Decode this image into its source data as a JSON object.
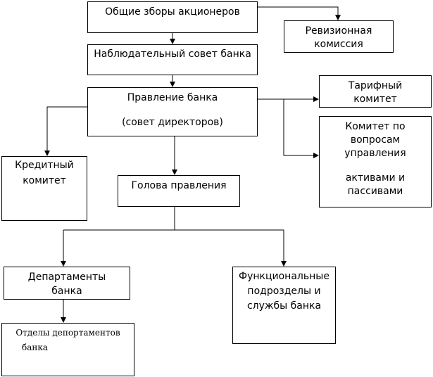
{
  "nodes": {
    "shareholders": {
      "label": "Общие зборы акционеров"
    },
    "audit": {
      "line1": "Ревизионная",
      "line2": "комиссия"
    },
    "supervisory": {
      "label": "Наблюдательный совет банка"
    },
    "board": {
      "line1": "Правление банка",
      "line2": "(совет директоров)"
    },
    "tariff": {
      "line1": "Тарифный",
      "line2": "комитет"
    },
    "alco": {
      "line1": "Комитет по",
      "line2": "вопросам",
      "line3": "управления",
      "line4": "активами и",
      "line5": "пассивами"
    },
    "credit": {
      "line1": "Кредитный",
      "line2": "комитет"
    },
    "chairman": {
      "label": "Голова правления"
    },
    "departments": {
      "line1": "Департаменты",
      "line2": "банка"
    },
    "functional": {
      "line1": "Функциональные",
      "line2": "подрозделы и",
      "line3": "службы банка"
    },
    "dept_units": {
      "line1": "Отделы депортаментов",
      "line2": "банка"
    }
  }
}
